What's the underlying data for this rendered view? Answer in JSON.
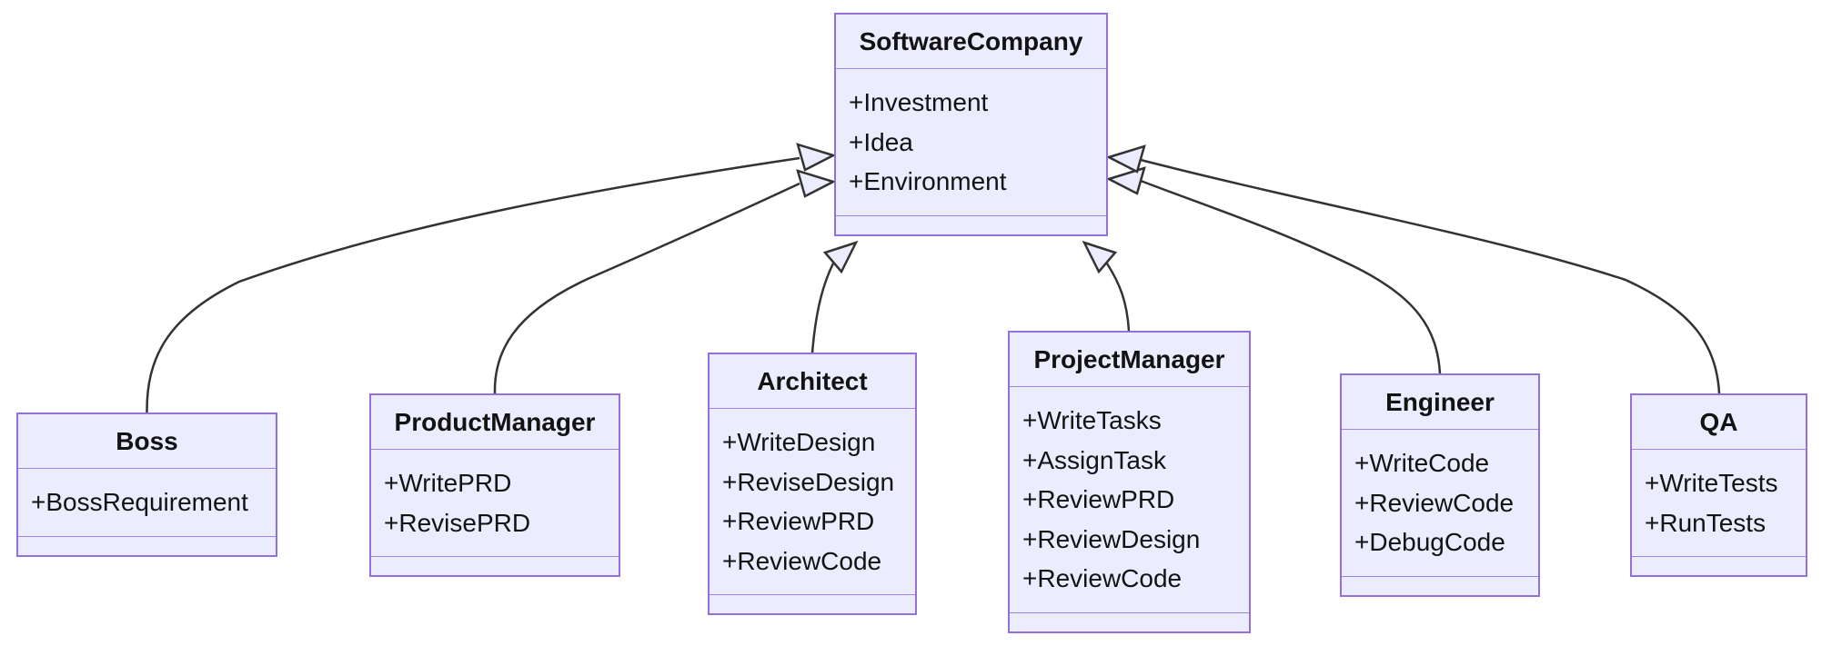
{
  "diagram": {
    "type": "uml-class-diagram",
    "colors": {
      "background": "#FFFFFF",
      "node_fill": "#ECECFF",
      "node_border": "#9370DB",
      "edge_line": "#333333",
      "text": "#131313"
    },
    "classes": [
      {
        "name": "SoftwareCompany",
        "attributes": [
          "+Investment",
          "+Idea",
          "+Environment"
        ],
        "methods": []
      },
      {
        "name": "Boss",
        "attributes": [
          "+BossRequirement"
        ],
        "methods": []
      },
      {
        "name": "ProductManager",
        "attributes": [
          "+WritePRD",
          "+RevisePRD"
        ],
        "methods": []
      },
      {
        "name": "Architect",
        "attributes": [
          "+WriteDesign",
          "+ReviseDesign",
          "+ReviewPRD",
          "+ReviewCode"
        ],
        "methods": []
      },
      {
        "name": "ProjectManager",
        "attributes": [
          "+WriteTasks",
          "+AssignTask",
          "+ReviewPRD",
          "+ReviewDesign",
          "+ReviewCode"
        ],
        "methods": []
      },
      {
        "name": "Engineer",
        "attributes": [
          "+WriteCode",
          "+ReviewCode",
          "+DebugCode"
        ],
        "methods": []
      },
      {
        "name": "QA",
        "attributes": [
          "+WriteTests",
          "+RunTests"
        ],
        "methods": []
      }
    ],
    "relations": [
      {
        "from": "Boss",
        "to": "SoftwareCompany",
        "type": "inheritance",
        "arrow": "hollow-triangle"
      },
      {
        "from": "ProductManager",
        "to": "SoftwareCompany",
        "type": "inheritance",
        "arrow": "hollow-triangle"
      },
      {
        "from": "Architect",
        "to": "SoftwareCompany",
        "type": "inheritance",
        "arrow": "hollow-triangle"
      },
      {
        "from": "ProjectManager",
        "to": "SoftwareCompany",
        "type": "inheritance",
        "arrow": "hollow-triangle"
      },
      {
        "from": "Engineer",
        "to": "SoftwareCompany",
        "type": "inheritance",
        "arrow": "hollow-triangle"
      },
      {
        "from": "QA",
        "to": "SoftwareCompany",
        "type": "inheritance",
        "arrow": "hollow-triangle"
      }
    ]
  }
}
